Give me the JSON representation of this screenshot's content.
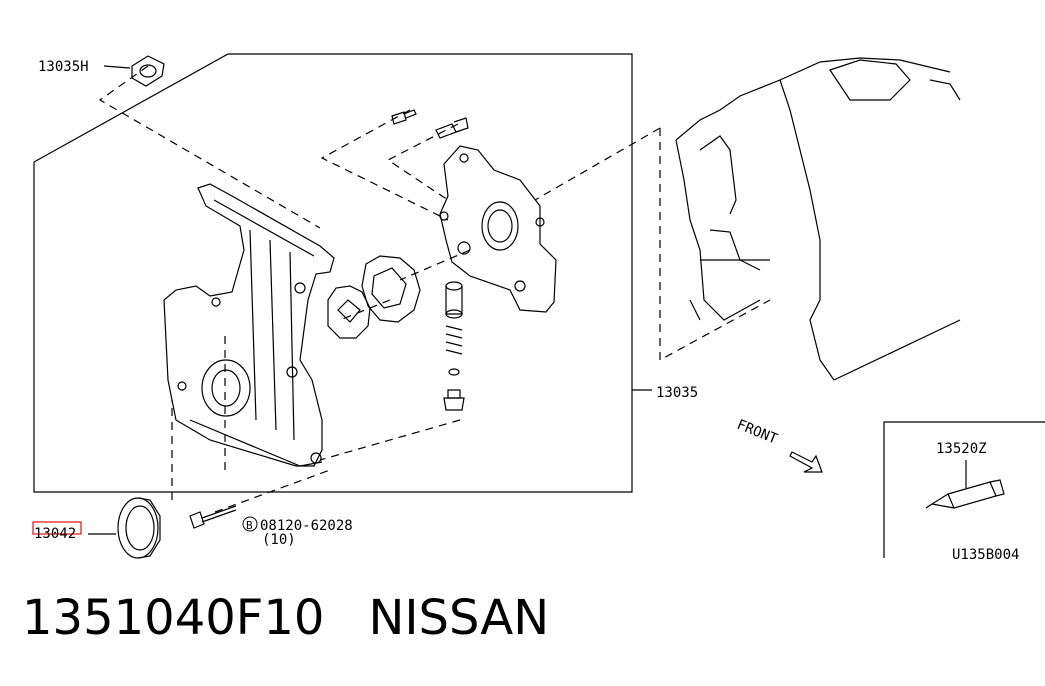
{
  "labels": {
    "gasket": "13035H",
    "cover": "13035",
    "seal": "13042",
    "bolt": "08120-62028",
    "bolt_symbol": "B",
    "bolt_qty": "(10)",
    "sealant": "13520Z",
    "direction": "FRONT",
    "figure_code": "U135B004"
  },
  "caption": {
    "part_number": "1351040F10",
    "brand": "NISSAN"
  },
  "colors": {
    "line": "#000000",
    "highlight": "#e01010"
  }
}
